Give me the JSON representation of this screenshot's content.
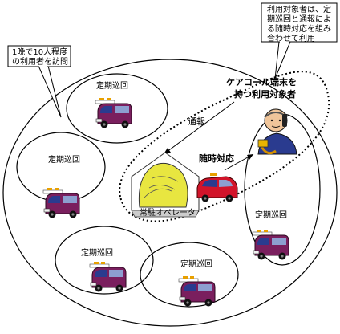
{
  "callouts": {
    "left": {
      "line1": "1晩で10人程度",
      "line2": "の利用者を訪問"
    },
    "right": {
      "line1": "利用対象者は、定",
      "line2": "期巡回と通報によ",
      "line3": "る随時対応を組み",
      "line4": "合わせて利用"
    }
  },
  "patrols": [
    {
      "label": "定期巡回"
    },
    {
      "label": "定期巡回"
    },
    {
      "label": "定期巡回"
    },
    {
      "label": "定期巡回"
    },
    {
      "label": "定期巡回"
    }
  ],
  "target": {
    "line1": "ケアコール端末を",
    "line2": "持つ利用対象者"
  },
  "report": "通報",
  "adhoc": "随時対応",
  "operator": "常駐オペレータ",
  "colors": {
    "van": "#7a1f5e",
    "car": "#d2142a",
    "window": "#2a3b8f",
    "station": "#e8e640"
  }
}
